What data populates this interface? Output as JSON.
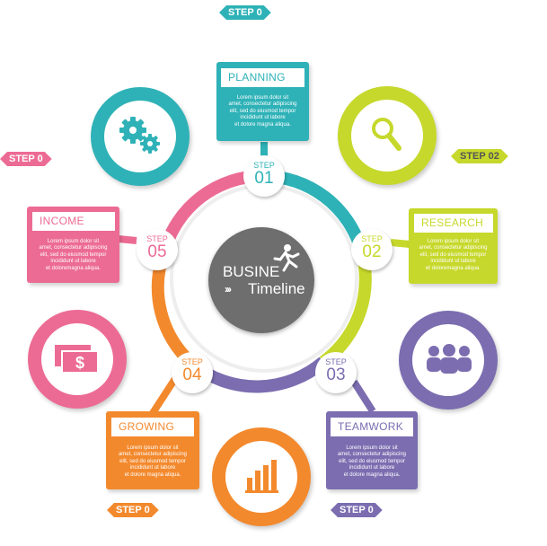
{
  "center": {
    "line1": "BUSINE",
    "line2": "Timeline",
    "arrows": "›››"
  },
  "steps": [
    {
      "id": "01",
      "color": "#2eb2b7",
      "title": "PLANNING",
      "step_word": "STEP",
      "number": "01",
      "body": "Lorem ipsum dolor sit\namet, consectetur adipiscing\nelit, sed do eiusmod tempor\nincididunt ut labore\net dolore magna aliqua.",
      "icon": "gears-icon",
      "tag": "STEP 0"
    },
    {
      "id": "02",
      "color": "#c6d82b",
      "title": "RESEARCH",
      "step_word": "STEP",
      "number": "02",
      "body": "Lorem ipsum dolor sit\namet, consectetur adipiscing\nelit, sed do eiusmod tempor\nincididunt ut labore\net doloremagna aliqua.",
      "icon": "magnifier-icon",
      "tag": "STEP 02"
    },
    {
      "id": "03",
      "color": "#7b6db0",
      "title": "TEAMWORK",
      "step_word": "STEP",
      "number": "03",
      "body": "Lorem ipsum dolor sit\namet, consectetur adipiscing\nelit, sed do eiusmod tempor\nincididunt ut labore\net dolore magna aliqua.",
      "icon": "team-icon",
      "tag": "STEP 0"
    },
    {
      "id": "04",
      "color": "#f3892d",
      "title": "GROWING",
      "step_word": "STEP",
      "number": "04",
      "body": "Lorem ipsum dolor sit\namet, consectetur adipiscing\nelit, sed do eiusmod tempor\nincididunt ut labore\net dolore magna aliqua.",
      "icon": "bar-chart-icon",
      "tag": "STEP 0"
    },
    {
      "id": "05",
      "color": "#ec6b94",
      "title": "INCOME",
      "step_word": "STEP",
      "number": "05",
      "body": "Lorem ipsum dolor sit\namet, consectetur adipiscing\nelit, sed do eiusmod tempor\nincididunt ut labore\net doloremagna aliqua.",
      "icon": "money-icon",
      "tag": "STEP 0"
    }
  ]
}
